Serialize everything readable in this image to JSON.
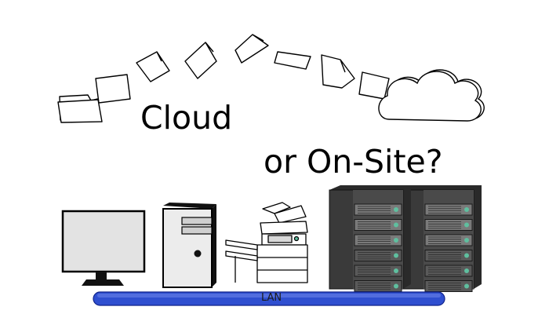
{
  "headline": {
    "line1": "Cloud",
    "line2": "or On-Site?"
  },
  "network": {
    "label": "LAN",
    "cable_color": "#2f4fd0"
  },
  "icons": {
    "folder": "folder-icon",
    "documents": "document-icon",
    "cloud": "cloud-icon",
    "monitor": "monitor-icon",
    "tower": "desktop-tower-icon",
    "copier": "copier-icon",
    "server": "server-rack-icon"
  },
  "colors": {
    "line": "#000000",
    "monitor_screen": "#e3e3e3",
    "rack_body": "#3a3a3a",
    "drive_bay": "#7a7a7a",
    "led": "#5fbf9f"
  },
  "servers": {
    "racks": 2,
    "bays_per_rack": 6
  }
}
